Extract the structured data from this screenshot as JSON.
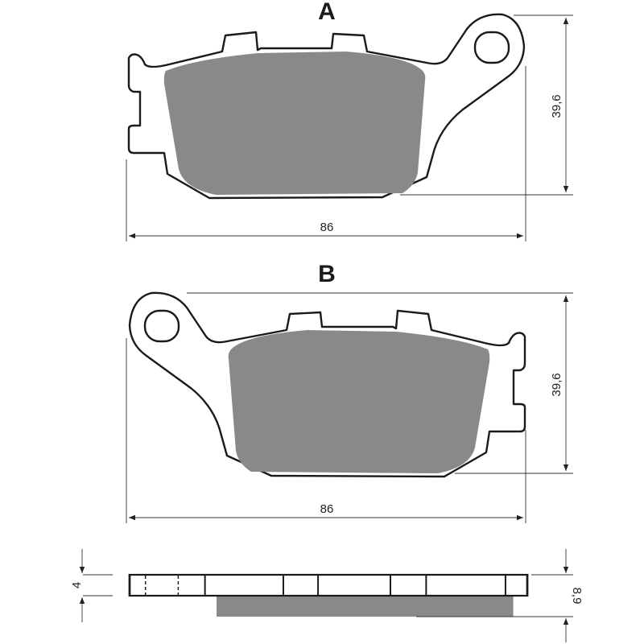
{
  "diagram": {
    "subject": "brake pad technical drawing",
    "colors": {
      "outline": "#1a1a1a",
      "friction_material": "#898989",
      "background": "#ffffff",
      "dimension_lines": "#333333"
    },
    "views": [
      {
        "id": "A",
        "label": "A",
        "width_label": "86",
        "height_label": "39,6"
      },
      {
        "id": "B",
        "label": "B",
        "width_label": "86",
        "height_label": "39,6"
      }
    ],
    "side_view": {
      "backing_plate_thickness_label": "4",
      "total_thickness_label": "8,9"
    }
  }
}
